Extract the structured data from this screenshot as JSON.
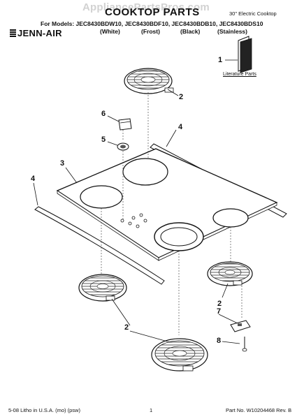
{
  "watermark": "AppliancePartsPros.com",
  "header": {
    "title": "COOKTOP PARTS",
    "subtitle": "30\" Electric Cooktop",
    "brand_logo": "JENN-AIR",
    "models_line": "For Models: JEC8430BDW10, JEC8430BDF10, JEC8430BDB10, JEC8430BDS10",
    "variants": [
      "(White)",
      "(Frost)",
      "(Black)",
      "(Stainless)"
    ]
  },
  "literature_label": "Literature Parts",
  "callouts": [
    "1",
    "2",
    "6",
    "4",
    "5",
    "3",
    "4",
    "2",
    "7",
    "2",
    "8"
  ],
  "footer": {
    "left": "5-08 Litho in U.S.A. (mo) (psw)",
    "center": "1",
    "right": "Part No. W10204468 Rev. B"
  }
}
